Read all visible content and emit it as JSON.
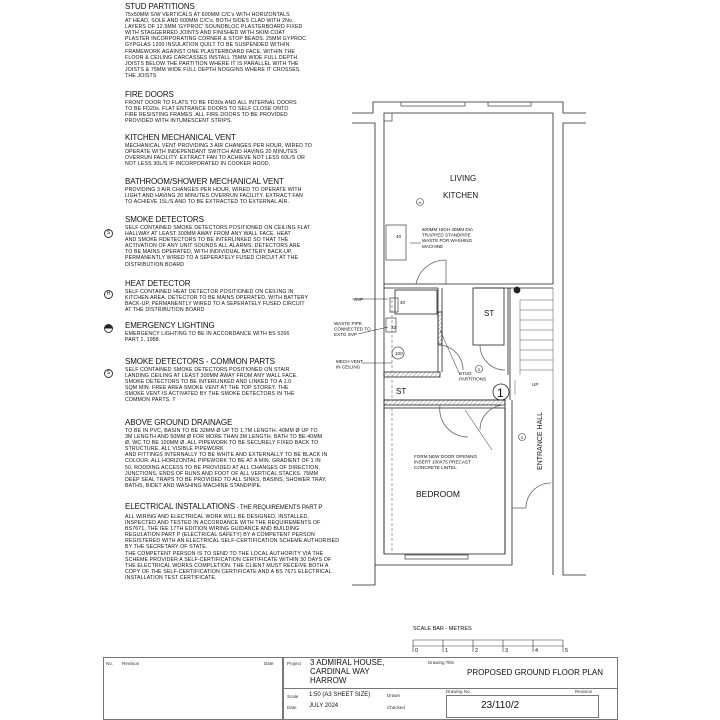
{
  "notes": [
    {
      "title": "STUD PARTITIONS",
      "body": "75x50MM S/W VERTICALS AT 600MM C/C's WITH HORIZONTALS\nAT HEAD, SOLE AND 600MM C/C's. BOTH SIDES CLAD WITH 2No.\nLAYERS OF 12.5MM 'GYPROC' SOUNDBLOC PLASTERBOARD FIXED\nWITH STAGGERRED JOINTS AND FINISHED WITH SKIM COAT\nPLASTER INCORPORATING CORNER & STOP BEADS. 25MM GYPROC\nGYPGLAS 1200 INSULATION QUILT TO BE SUSPENDED WITHIN\nFRAMEWORK AGAINST ONE PLASTERBOARD FACE. WITHIN THE\nFLOOR & CEILING CARCASSES INSTALL 75MM WIDE FULL DEPTH\nJOISTS BELOW THE PARTITION WHERE IT IS PARALLEL WITH THE\nJOISTS & 75MM WIDE FULL DEPTH NOGGINS WHERE IT CROSSES\nTHE JOISTS"
    },
    {
      "title": "FIRE DOORS",
      "body": "FRONT DOOR TO FLATS TO BE FD30s AND ALL INTERNAL DOORS\nTO BE FD20s. FLAT ENTRANCE DOORS TO SELF CLOSE ONTO\nFIRE RESISTING FRAMES. ALL FIRE DOORS TO BE PROVIDED\nPROVIDED WITH INTUMESCENT STRIPS."
    },
    {
      "title": "KITCHEN MECHANICAL VENT",
      "body": "MECHANICAL VENT PROVIDING 3 AIR CHANGES PER HOUR, WIRED TO\nOPERATE WITH INDEPENDANT SWITCH AND HAVING 20 MINUTES\nOVERRUN FACILITY. EXTRACT FAN TO ACHIEVE NOT LESS  60L/S OR\nNOT LESS 30L/S IF INCORPORATED IN COOKER HOOD."
    },
    {
      "title": "BATHROOM/SHOWER MECHANICAL VENT",
      "body": "PROVIDING 3 AIR CHANGES PER HOUR, WIRED TO OPERATE WITH\nLIGHT AND HAVING 20 MINUTES OVERRUN FACILITY. EXTRACT FAN\nTO ACHIEVE 15L/S AND TO BE EXTRACTED TO EXTERNAL AIR."
    },
    {
      "title": "SMOKE DETECTORS",
      "symbol": "S",
      "body": "SELF CONTAINED SMOKE DETECTORS POSITIONED ON CEILING FLAT\nHALLWAY AT LEAST 300MM AWAY FROM ANY WALL FACE. HEAT\nAND SMOKE RDETECTORS TO BE INTERLINKED SO THAT THE\nACTIVATION OF ANY UNIT SOUNDS ALL ALARMS. DETECTORS ARE\nTO BE MAINS OPERATED, WITH INDIVIDUAL BATTERY BACK-UP,\nPERMANENTLY WIRED TO A SEPERATELY FUSED CIRCUIT AT THE\nDISTRIBUTION BOARD"
    },
    {
      "title": "HEAT DETECTOR",
      "symbol": "H",
      "body": "SELF CONTAINED HEAT DETECTOR POSITIONED ON CEILING IN\nKITCHEN AREA.  DETECTOR TO BE MAINS OPERATED, WITH BATTERY\nBACK-UP, PERMANENTLY WIRED TO A SEPERATELY FUSED CIRCUIT\nAT THE DISTRIBUTION BOARD"
    },
    {
      "title": "EMERGENCY LIGHTING",
      "body": "EMERGENCY LIGHTING TO BE IN ACCORDANCE WITH BS 5266\nPART 1, 1988."
    },
    {
      "title": "SMOKE DETECTORS - COMMON PARTS",
      "symbol": "S",
      "body": "SELF CONTAINED SMOKE DETECTORS POSITIONED ON STAIR\nLANDING CEILING AT LEAST 300MM AWAY FROM ANY WALL FACE.\nSMOKE DETECTORS TO BE INTERLINKED AND LINKED TO A 1.0\nSQM MIN. FREE AREA SMOKE VENT AT THE TOP STOREY. THE\nSMOKE VENT IS ACTIVATED BY THE SMOKE DETECTORS IN THE\nCOMMON PARTS. T"
    },
    {
      "title": "ABOVE GROUND DRAINAGE",
      "body": "TO BE IN PVC, BASIN TO BE 32MM Ø UP TO 1.7M LENGTH. 40MM Ø UP TO\n3M LENGTH AND 50MM Ø FOR MORE THAN 3M LENGTH. BATH TO BE 40MM\nØ, WC TO BE 100MM Ø. ALL PIPEWORK TO BE SECURELY FIXED BACK TO\nSTRUCTURE. ALL VISIBLE PIPEWORK\nAND FITTINGS INTERNALLY TO BE WHITE AND EXTERNALLY TO BE BLACK IN\nCOLOUR. ALL HORIZONTAL PIPEWORK TO BE AT A MIN. GRADIENT OF 1 IN\n50. RODDING ACCESS TO BE PROVIDED AT ALL CHANGES OF DIRECTION,\nJUNCTIONS, ENDS OF RUNS AND FOOT OF ALL VERTICAL STACKS. 75MM\nDEEP SEAL TRAPS TO BE PROVIDED TO ALL SINKS, BASINS, SHOWER TRAY,\nBATHS, BIDET AND WASHING MACHINE STANDPIPE."
    },
    {
      "title": "ELECTRICAL INSTALLATIONS",
      "subtitle": " - THE REQUIREMENTS PART P",
      "body": "ALL WIRING AND ELECTRICAL WORK WILL BE DESIGNED, INSTALLED,\nINSPECTED AND TESTED IN ACCORDANCE WITH THE REQUIREMENTS OF\nBS7671, THE IEE 17TH EDITION WIRING GUIDANCE AND BUILDING\nREGULATION PART P (ELECTRICAL SAFETY) BY A COMPETENT PERSON\nREGISTERED WITH AN ELECTRICAL SELF-CERTIFICATION SCHEME AUTHORISED\nBY THE SECRETARY OF STATE.\nTHE COMPETENT PERSON IS TO SEND TO THE LOCAL AUTHORITY VIA THE\nSCHEME PROVIDER A SELF-CERTIFICATION CERTIFICATE WITHIN 30 DAYS OF\nTHE ELECTRICAL WORKS COMPLETION. THE CLIENT MUST RECEIVE BOTH A\nCOPY OF THE SELF-CERTIFICATION CERTIFICATE AND A BS 7671 ELECTRICAL\nINSTALLATION TEST CERTIFICATE."
    }
  ],
  "plan": {
    "rooms": {
      "living": "LIVING",
      "kitchen": "KITCHEN",
      "store1": "ST",
      "store2": "ST",
      "bedroom": "BEDROOM",
      "entrance_hall": "ENTRANCE HALL"
    },
    "labels": {
      "standpipe": "600MM HIGH 40MM DIA\nTRAPPED STANDPIPE\nWASTE FOR WASHING\nMACHINE",
      "svp": "SVP",
      "waste_pipe": "WASTE PIPE\nCONNECTED TO\nEXTG SVP",
      "mech_vent": "MECH VENT\nIN CEILING",
      "stud": "STUD\nPARTITIONS",
      "door_opening": "FORM NEW DOOR OPENING\nINSERT 100X75 PRECAST\nCONCRETE LINTEL",
      "up": "UP",
      "flat_number": "1",
      "heat_symbol": "H",
      "smoke_symbol": "S",
      "pipe_40a": "40",
      "pipe_40b": "40",
      "pipe_32": "32",
      "pipe_100": "100"
    }
  },
  "scale_bar": {
    "title": "SCALE BAR - METRES",
    "ticks": [
      "0",
      "1",
      "2",
      "3",
      "4",
      "5"
    ]
  },
  "title_block": {
    "no_label": "No.",
    "revision_label": "Revision",
    "date_label": "Date",
    "project_label": "Project",
    "project": "3 ADMIRAL HOUSE,\nCARDINAL WAY\nHARROW",
    "drawing_title_label": "Drawing Title",
    "drawing_title": "PROPOSED GROUND FLOOR PLAN",
    "scale_label": "Scale",
    "scale": "1:50 (A3 SHEET SIZE)",
    "date2_label": "Date",
    "date": "JULY 2024",
    "drawn_label": "Drawn",
    "checked_label": "Checked",
    "drawing_no_label": "Drawing No.",
    "drawing_no": "23/110/2",
    "revision2_label": "Revision"
  }
}
